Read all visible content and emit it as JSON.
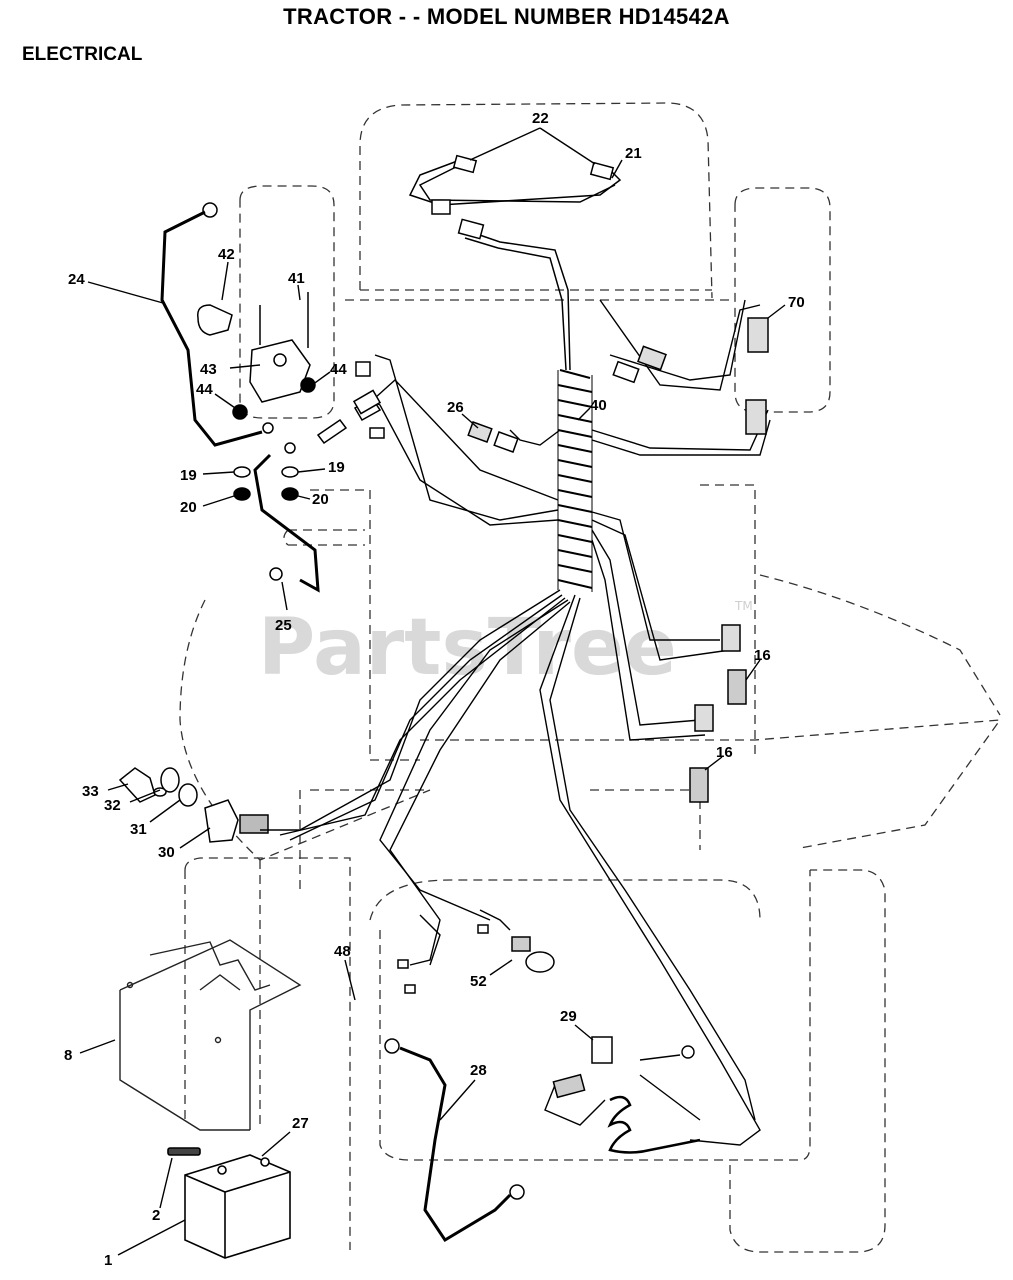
{
  "header": {
    "title": "TRACTOR - - MODEL NUMBER HD14542A",
    "section": "ELECTRICAL"
  },
  "watermark": {
    "text": "PartsTree",
    "tm": "TM"
  },
  "callouts": [
    {
      "id": "c1",
      "label": "1"
    },
    {
      "id": "c2",
      "label": "2"
    },
    {
      "id": "c8",
      "label": "8"
    },
    {
      "id": "c16a",
      "label": "16"
    },
    {
      "id": "c16b",
      "label": "16"
    },
    {
      "id": "c19a",
      "label": "19"
    },
    {
      "id": "c19b",
      "label": "19"
    },
    {
      "id": "c20a",
      "label": "20"
    },
    {
      "id": "c20b",
      "label": "20"
    },
    {
      "id": "c21",
      "label": "21"
    },
    {
      "id": "c22",
      "label": "22"
    },
    {
      "id": "c24",
      "label": "24"
    },
    {
      "id": "c25",
      "label": "25"
    },
    {
      "id": "c26",
      "label": "26"
    },
    {
      "id": "c27",
      "label": "27"
    },
    {
      "id": "c28",
      "label": "28"
    },
    {
      "id": "c29",
      "label": "29"
    },
    {
      "id": "c30",
      "label": "30"
    },
    {
      "id": "c31",
      "label": "31"
    },
    {
      "id": "c32",
      "label": "32"
    },
    {
      "id": "c33",
      "label": "33"
    },
    {
      "id": "c40",
      "label": "40"
    },
    {
      "id": "c41",
      "label": "41"
    },
    {
      "id": "c42",
      "label": "42"
    },
    {
      "id": "c43",
      "label": "43"
    },
    {
      "id": "c44a",
      "label": "44"
    },
    {
      "id": "c44b",
      "label": "44"
    },
    {
      "id": "c48",
      "label": "48"
    },
    {
      "id": "c52",
      "label": "52"
    },
    {
      "id": "c70",
      "label": "70"
    }
  ]
}
